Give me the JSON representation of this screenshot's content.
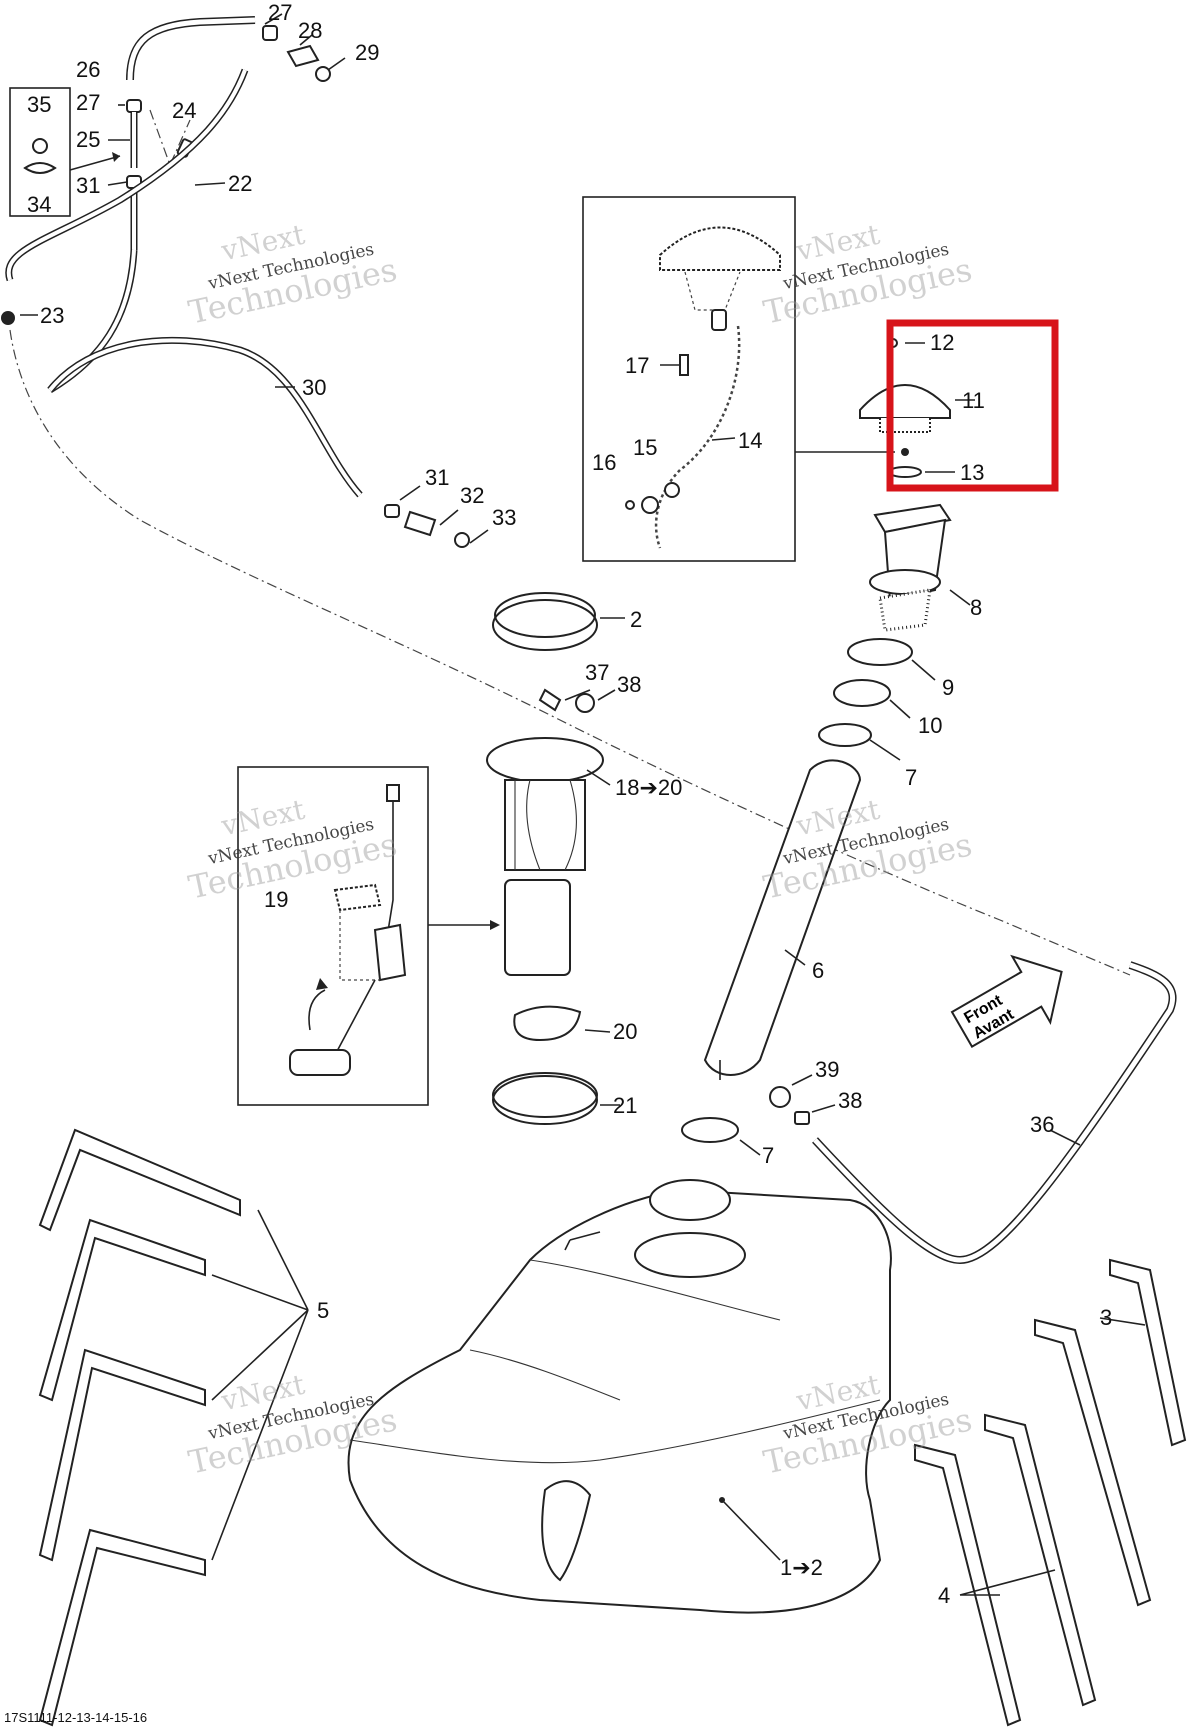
{
  "diagram": {
    "callouts": {
      "c1": "1➔2",
      "c2": "2",
      "c3": "3",
      "c4": "4",
      "c5": "5",
      "c6": "6",
      "c7a": "7",
      "c7b": "7",
      "c8": "8",
      "c9": "9",
      "c10": "10",
      "c11": "11",
      "c12": "12",
      "c13": "13",
      "c14": "14",
      "c15": "15",
      "c16": "16",
      "c17": "17",
      "c18": "18➔20",
      "c19": "19",
      "c20": "20",
      "c21": "21",
      "c22": "22",
      "c23": "23",
      "c24": "24",
      "c25": "25",
      "c26": "26",
      "c27a": "27",
      "c27b": "27",
      "c28": "28",
      "c29": "29",
      "c30": "30",
      "c31a": "31",
      "c31b": "31",
      "c32": "32",
      "c33": "33",
      "c34": "34",
      "c35": "35",
      "c36": "36",
      "c37": "37",
      "c38a": "38",
      "c38b": "38",
      "c39": "39"
    },
    "front_label_en": "Front",
    "front_label_fr": "Avant",
    "watermark_line1": "vNext",
    "watermark_line2": "vNext Technologies",
    "watermark_line3": "Technologies",
    "footer_code": "17S1111-12-13-14-15-16",
    "highlight_color": "#d7141a"
  }
}
